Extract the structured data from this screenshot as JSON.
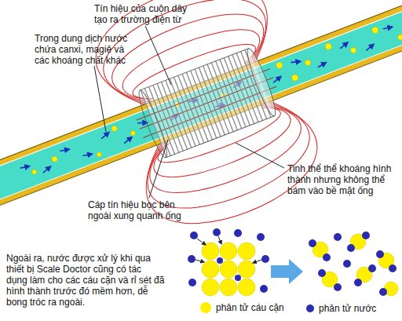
{
  "diagram": {
    "labels": [
      "Tín hiệu của cuộn dây tạo ra trường điện từ",
      "Trong dung dịch nước chứa canxi, magiê và các khoáng chất khác",
      "Tinh thể thể khoáng hình thành nhưng không thể bám vào bề mặt ống",
      "Cáp tín hiệu bọc bên ngoài xung quanh ống",
      "Ngoài ra, nước được xử lý khi qua thiết bị Scale Doctor cũng có tác dụng làm cho các cáu cặn và rỉ sét đã hình thành trước đó mềm hơn, dễ bong tróc ra ngoài."
    ],
    "legend": [
      {
        "text": "phân tử cáu cặn",
        "color": "#fff000"
      },
      {
        "text": "phân tử nước",
        "color": "#2b2bb0"
      }
    ]
  }
}
